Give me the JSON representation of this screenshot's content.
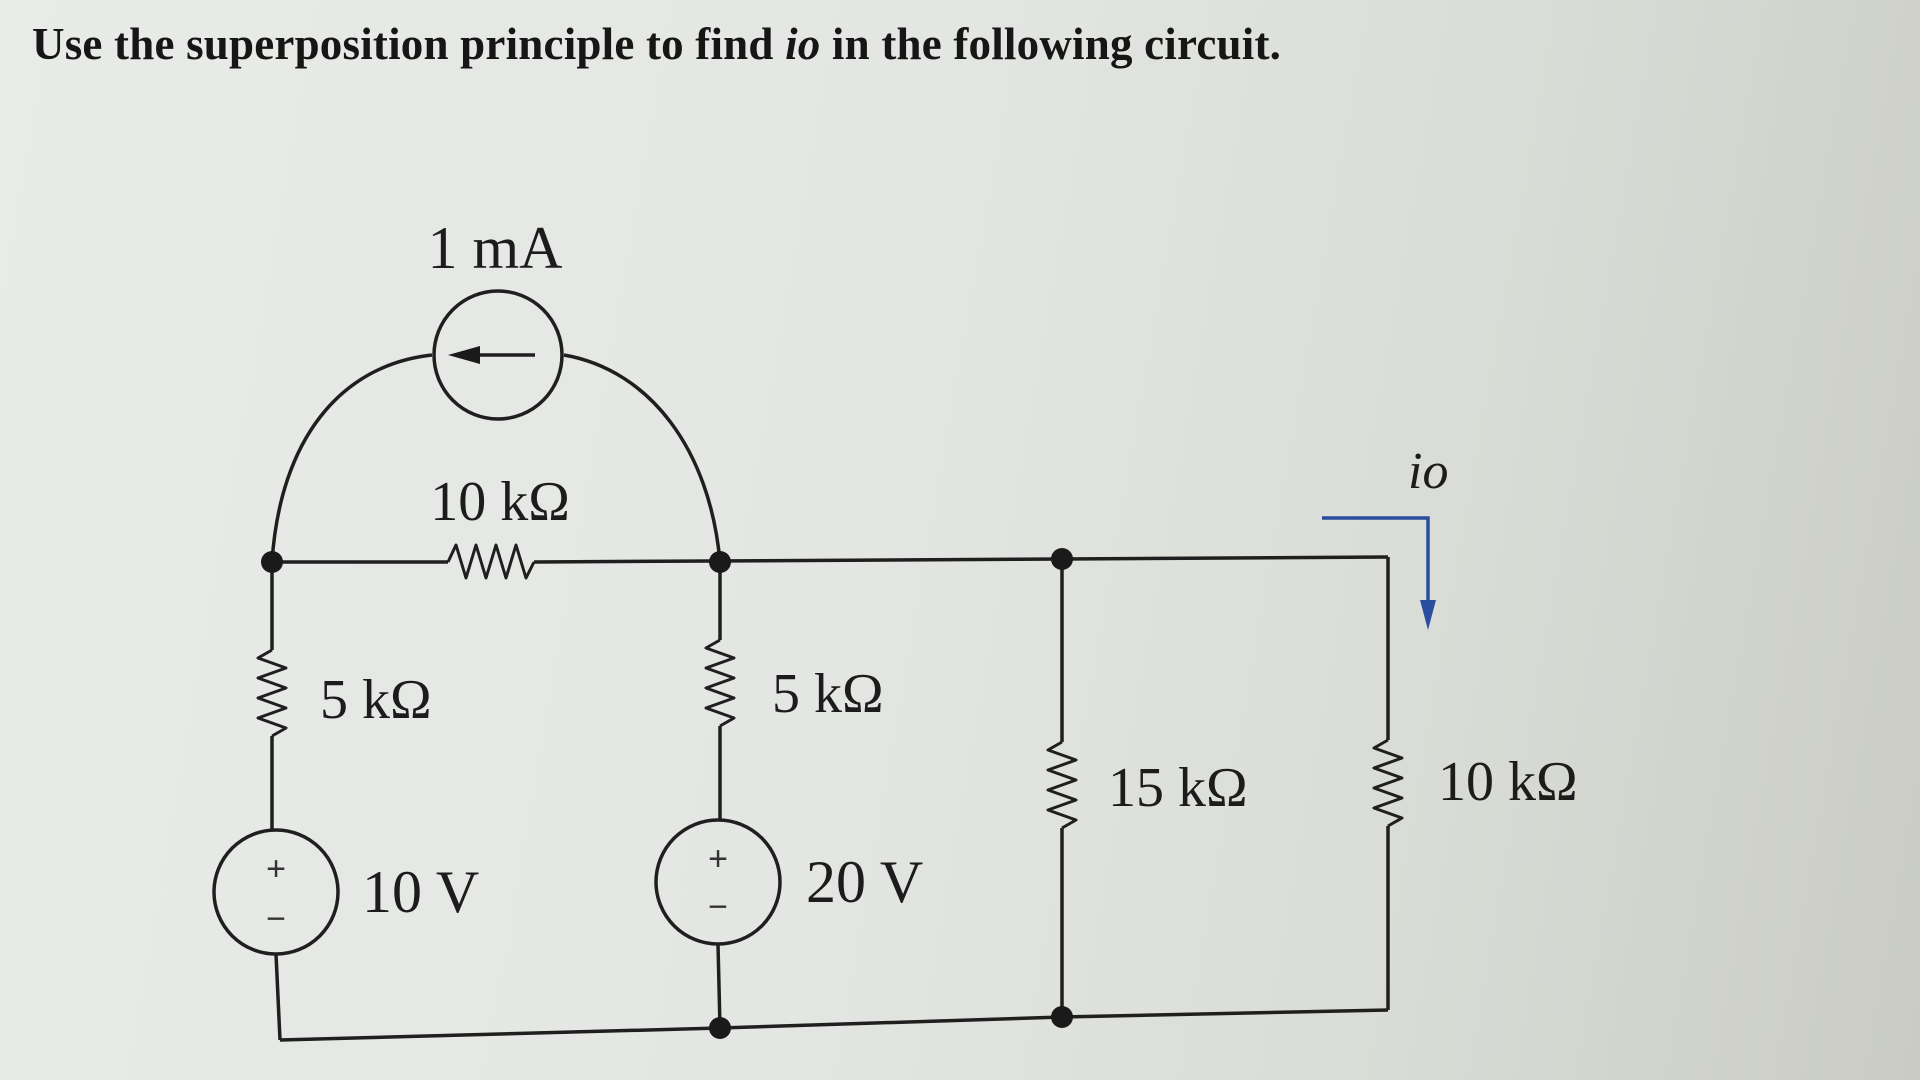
{
  "problem": {
    "prefix": "Use the superposition principle to find ",
    "variable": "io",
    "suffix": " in the following circuit."
  },
  "circuit": {
    "current_source": {
      "label": "1 mA"
    },
    "resistors": {
      "top": "10 kΩ",
      "left": "5 kΩ",
      "middle": "5 kΩ",
      "r15": "15 kΩ",
      "r10": "10 kΩ"
    },
    "voltage_sources": {
      "left": {
        "label": "10 V",
        "plus": "+",
        "minus": "−"
      },
      "right": {
        "label": "20 V",
        "plus": "+",
        "minus": "−"
      }
    },
    "current_label": "io"
  },
  "colors": {
    "wire": "#1f1f1f",
    "current_arrow": "#2b4da0"
  }
}
